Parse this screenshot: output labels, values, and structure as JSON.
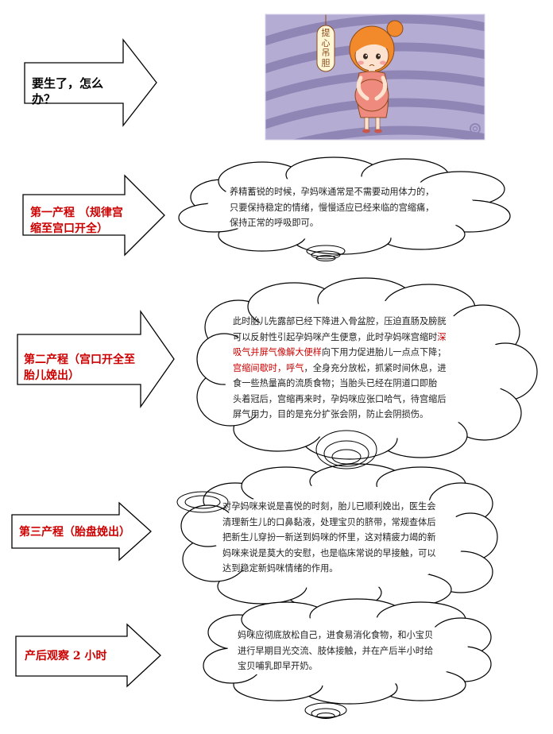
{
  "illustration": {
    "sign_text": "提心吊胆",
    "bg_color": "#b5acd4",
    "stripe_color": "#8f86b6",
    "skin_color": "#fde3cf",
    "hair_color": "#f28a2b",
    "dress_color": "#ee8b7e"
  },
  "intro": {
    "label": "要生了，怎么办？"
  },
  "stages": [
    {
      "label": "第一产程 （规律宫缩至宫口开全）",
      "lines": [
        [
          {
            "t": "养精蓄锐的时候，孕妈咪通常是不需要动用体力的，"
          }
        ],
        [
          {
            "t": "只要保持稳定的情绪，慢慢适应已经来临的宫缩痛，"
          }
        ],
        [
          {
            "t": "保持正常的呼吸即可。"
          }
        ]
      ]
    },
    {
      "label": "第二产程（宫口开全至胎儿娩出）",
      "lines": [
        [
          {
            "t": "此时胎儿先露部已经下降进入骨盆腔，压迫直肠及膀胱"
          }
        ],
        [
          {
            "t": "可以反射性引起孕妈咪产生便意，此时孕妈咪宫缩时"
          },
          {
            "t": "深",
            "hl": true
          }
        ],
        [
          {
            "t": "吸气并屏气像解大便样",
            "hl": true
          },
          {
            "t": "向下用力促进胎儿一点点下降；"
          }
        ],
        [
          {
            "t": "宫缩间歇时，呼气",
            "hl": true
          },
          {
            "t": "，全身充分放松，抓紧时间休息，进"
          }
        ],
        [
          {
            "t": "食一些热量高的流质食物；当胎头已经在阴道口即胎"
          }
        ],
        [
          {
            "t": "头着冠后，宫缩再来时，孕妈咪应张口哈气，待宫缩后"
          }
        ],
        [
          {
            "t": "屏气用力，目的是充分扩张会阴，防止会阴损伤。"
          }
        ]
      ]
    },
    {
      "label": "第三产程（胎盘娩出）",
      "lines": [
        [
          {
            "t": "对孕妈咪来说是喜悦的时刻，胎儿已顺利娩出，医生会"
          }
        ],
        [
          {
            "t": "清理新生儿的口鼻黏液，处理宝贝的脐带，常规查体后"
          }
        ],
        [
          {
            "t": "把新生儿穿扮一新送到妈咪的怀里，这对精疲力竭的新"
          }
        ],
        [
          {
            "t": "妈咪来说是莫大的安慰，也是临床常说的早接触，可以"
          }
        ],
        [
          {
            "t": "达到稳定新妈咪情绪的作用。"
          }
        ]
      ]
    },
    {
      "label": "产后观察 2 小时",
      "lines": [
        [
          {
            "t": "妈咪应彻底放松自己，进食易消化食物，和小宝贝"
          }
        ],
        [
          {
            "t": "进行早期目光交流、肢体接触，并在产后半小时给"
          }
        ],
        [
          {
            "t": "宝贝哺乳即早开奶。"
          }
        ]
      ]
    }
  ]
}
